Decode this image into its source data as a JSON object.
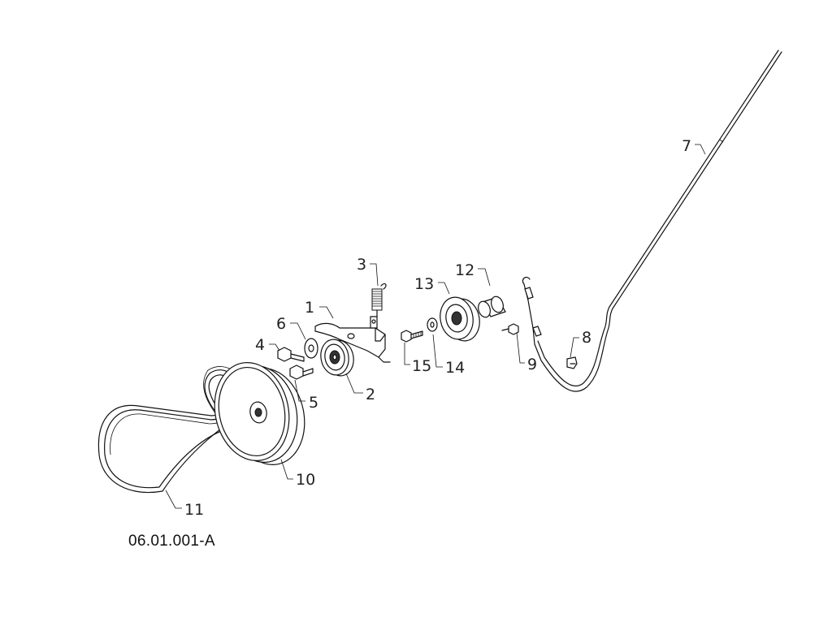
{
  "diagram": {
    "id_code": "06.01.001-A",
    "callouts": [
      "1",
      "2",
      "3",
      "4",
      "5",
      "6",
      "7",
      "8",
      "9",
      "10",
      "11",
      "12",
      "13",
      "14",
      "15"
    ]
  }
}
